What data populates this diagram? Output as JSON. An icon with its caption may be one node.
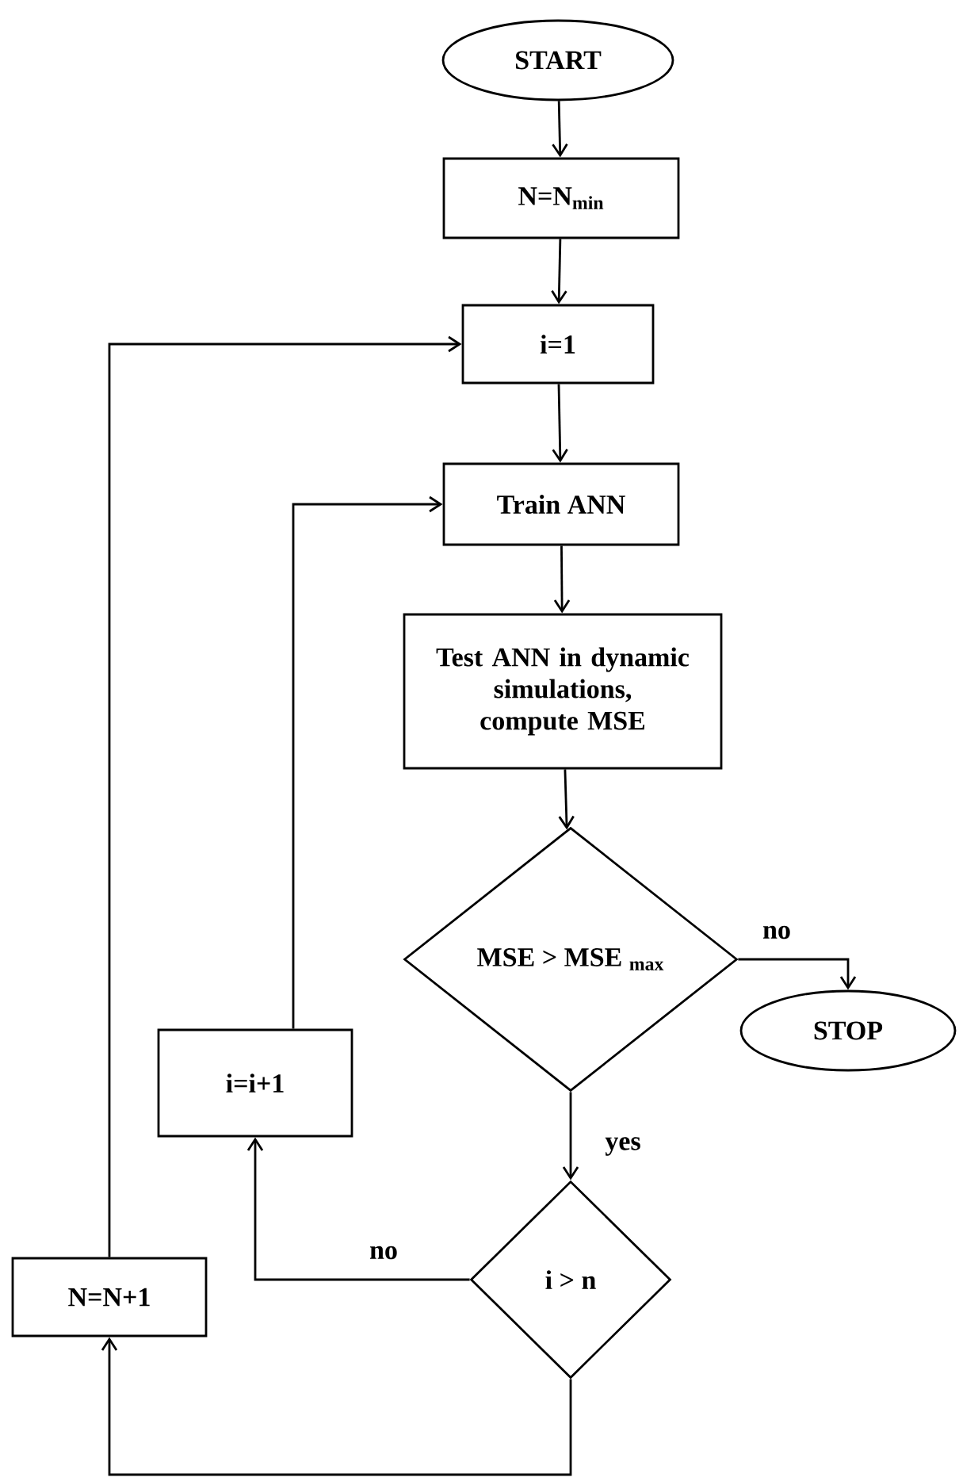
{
  "diagram": {
    "nodes": [
      {
        "text": [
          "START"
        ]
      },
      {
        "text": [
          "N=N$_{min}$"
        ]
      },
      {
        "text": [
          "i=1"
        ]
      },
      {
        "text": [
          "Train ANN"
        ]
      },
      {
        "text": [
          "Test ANN in dynamic simulations, compute MSE"
        ]
      },
      {
        "text": [
          "MSE > MSE $_{max}$"
        ]
      },
      {
        "text": [
          "STOP"
        ]
      },
      {
        "text": [
          "i=i+1"
        ]
      },
      {
        "text": [
          "i > n"
        ]
      },
      {
        "text": [
          "N=N+1"
        ]
      }
    ],
    "edges": [
      {
        "from": 0,
        "to": 1,
        "arrow": "to"
      },
      {
        "from": 1,
        "to": 2,
        "arrow": "to"
      },
      {
        "from": 2,
        "to": 3,
        "arrow": "to"
      },
      {
        "from": 3,
        "to": 4,
        "arrow": "to"
      },
      {
        "from": 4,
        "to": 5,
        "arrow": "to"
      },
      {
        "from": 5,
        "to": 6,
        "arrow": "to",
        "label": "no"
      },
      {
        "from": 5,
        "to": 8,
        "arrow": "to",
        "label": "yes"
      },
      {
        "from": 8,
        "to": 7,
        "arrow": "to",
        "label": "no"
      },
      {
        "from": 8,
        "to": 9,
        "arrow": "to"
      },
      {
        "from": 9,
        "to": 2,
        "arrow": "to"
      },
      {
        "from": 7,
        "to": 3,
        "arrow": "to"
      }
    ]
  }
}
